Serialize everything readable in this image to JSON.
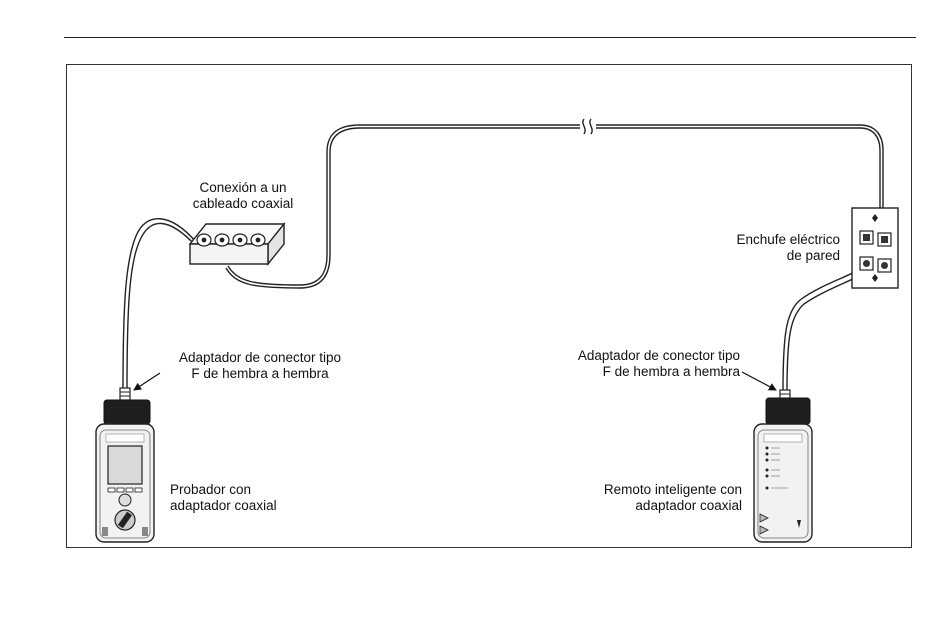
{
  "labels": {
    "coax_connection": {
      "line1": "Conexión a un",
      "line2": "cableado coaxial"
    },
    "wall_outlet": {
      "line1": "Enchufe eléctrico",
      "line2": "de pared"
    },
    "adapter_left": {
      "line1": "Adaptador de conector tipo",
      "line2": "F de hembra a hembra"
    },
    "adapter_right": {
      "line1": "Adaptador de conector tipo",
      "line2": "F de hembra a hembra"
    },
    "tester": {
      "line1": "Probador con",
      "line2": "adaptador coaxial"
    },
    "remote": {
      "line1": "Remoto inteligente con",
      "line2": "adaptador coaxial"
    }
  },
  "colors": {
    "line": "#222222",
    "device_body": "#f2f2f2",
    "device_dark": "#1e1e1e",
    "screen": "#d9d9d9"
  },
  "icons": {
    "splitter": "coax-splitter-icon",
    "wall_plate": "wall-outlet-icon",
    "tester": "cable-tester-icon",
    "remote": "smart-remote-icon",
    "cable_break": "cable-break-icon"
  }
}
